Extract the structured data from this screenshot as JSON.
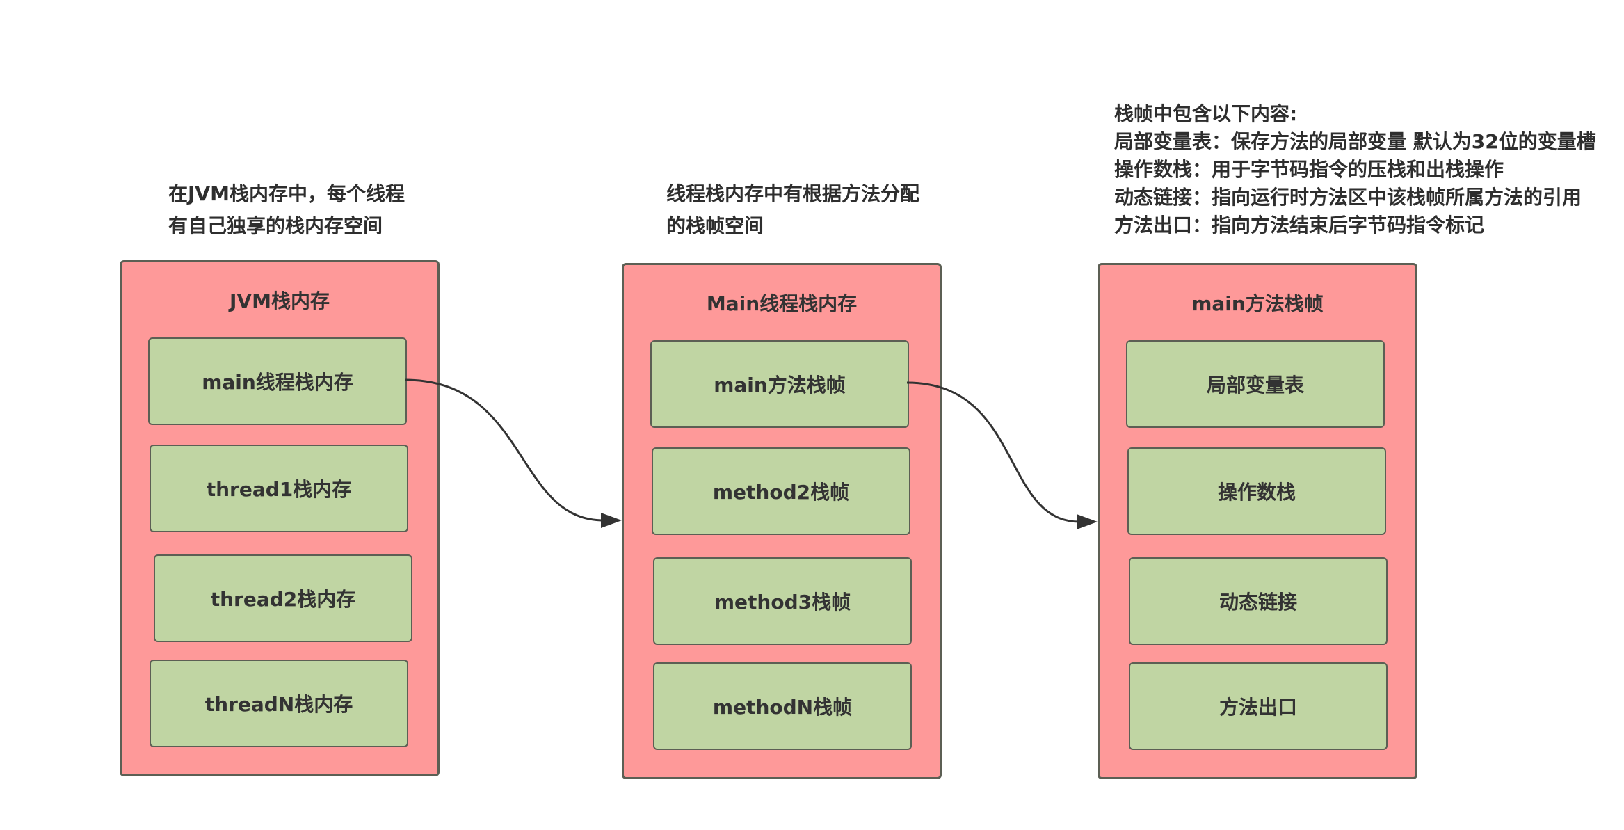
{
  "notes": {
    "left": [
      "在JVM栈内存中，每个线程",
      "有自己独享的栈内存空间"
    ],
    "middle": [
      "线程栈内存中有根据方法分配",
      "的栈帧空间"
    ],
    "right": [
      "栈帧中包含以下内容:",
      "局部变量表：保存方法的局部变量 默认为32位的变量槽",
      "操作数栈：用于字节码指令的压栈和出栈操作",
      "动态链接：指向运行时方法区中该栈帧所属方法的引用",
      "方法出口：指向方法结束后字节码指令标记"
    ]
  },
  "panels": [
    {
      "title": "JVM栈内存",
      "items": [
        "main线程栈内存",
        "thread1栈内存",
        "thread2栈内存",
        "threadN栈内存"
      ]
    },
    {
      "title": "Main线程栈内存",
      "items": [
        "main方法栈帧",
        "method2栈帧",
        "method3栈帧",
        "methodN栈帧"
      ]
    },
    {
      "title": "main方法栈帧",
      "items": [
        "局部变量表",
        "操作数栈",
        "动态链接",
        "方法出口"
      ]
    }
  ],
  "colors": {
    "panel_fill": "#fe9999",
    "item_fill": "#c0d5a3",
    "border": "#5c5f54",
    "arrow": "#333333"
  }
}
